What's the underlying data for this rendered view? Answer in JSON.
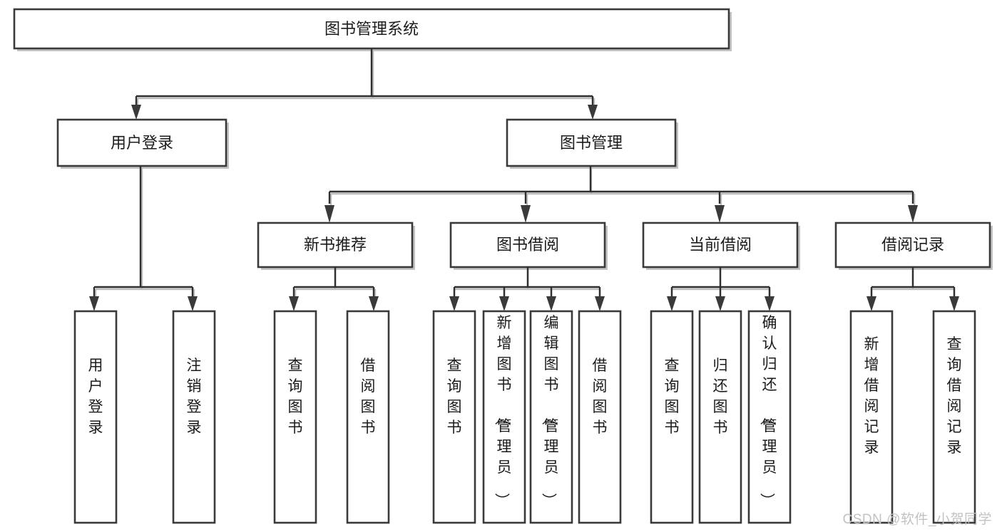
{
  "diagram": {
    "type": "tree",
    "title": "图书管理系统",
    "orientation": "top-down",
    "root": {
      "id": "root",
      "label": "图书管理系统",
      "text_orientation": "horizontal"
    },
    "level2": [
      {
        "id": "user-login",
        "label": "用户登录",
        "text_orientation": "horizontal"
      },
      {
        "id": "book-management",
        "label": "图书管理",
        "text_orientation": "horizontal"
      }
    ],
    "level3": [
      {
        "id": "new-book-recommend",
        "label": "新书推荐",
        "text_orientation": "horizontal",
        "parent": "book-management"
      },
      {
        "id": "book-borrow",
        "label": "图书借阅",
        "text_orientation": "horizontal",
        "parent": "book-management"
      },
      {
        "id": "current-borrow",
        "label": "当前借阅",
        "text_orientation": "horizontal",
        "parent": "book-management"
      },
      {
        "id": "borrow-record",
        "label": "借阅记录",
        "text_orientation": "horizontal",
        "parent": "book-management"
      }
    ],
    "leaves": {
      "user-login": [
        {
          "id": "leaf-user-login",
          "label": "用户登录",
          "text_orientation": "vertical"
        },
        {
          "id": "leaf-user-logout",
          "label": "注销登录",
          "text_orientation": "vertical"
        }
      ],
      "new-book-recommend": [
        {
          "id": "leaf-query-book-1",
          "label": "查询图书",
          "text_orientation": "vertical"
        },
        {
          "id": "leaf-borrow-book-1",
          "label": "借阅图书",
          "text_orientation": "vertical"
        }
      ],
      "book-borrow": [
        {
          "id": "leaf-query-book-2",
          "label": "查询图书",
          "text_orientation": "vertical"
        },
        {
          "id": "leaf-add-book",
          "label": "新增图书（管理员）",
          "text_orientation": "vertical"
        },
        {
          "id": "leaf-edit-book",
          "label": "编辑图书（管理员）",
          "text_orientation": "vertical"
        },
        {
          "id": "leaf-borrow-book-2",
          "label": "借阅图书",
          "text_orientation": "vertical"
        }
      ],
      "current-borrow": [
        {
          "id": "leaf-query-book-3",
          "label": "查询图书",
          "text_orientation": "vertical"
        },
        {
          "id": "leaf-return-book",
          "label": "归还图书",
          "text_orientation": "vertical"
        },
        {
          "id": "leaf-confirm-return",
          "label": "确认归还（管理员）",
          "text_orientation": "vertical"
        }
      ],
      "borrow-record": [
        {
          "id": "leaf-add-record",
          "label": "新增借阅记录",
          "text_orientation": "vertical"
        },
        {
          "id": "leaf-query-record",
          "label": "查询借阅记录",
          "text_orientation": "vertical"
        }
      ]
    },
    "colors": {
      "node_fill": "#ffffff",
      "node_stroke": "#3a3a3a",
      "connector": "#2f2f2f",
      "text": "#1b1b1b",
      "background": "#ffffff",
      "watermark": "#c2c2c2"
    }
  },
  "watermark": {
    "text": "CSDN @软件_小贺同学"
  }
}
